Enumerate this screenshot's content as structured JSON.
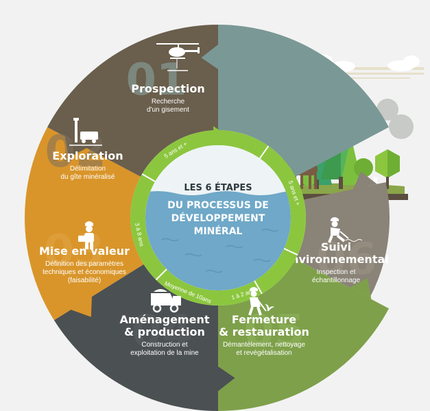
{
  "center": {
    "line1": "LES 6 ÉTAPES",
    "line2": "DU PROCESSUS DE",
    "line3": "DÉVELOPPEMENT",
    "line4": "MINÉRAL"
  },
  "stages": [
    {
      "number": "01",
      "title": "Prospection",
      "subtitle": [
        "Recherche",
        "d'un gisement"
      ],
      "icon": "helicopter-icon",
      "color": "#7a9896"
    },
    {
      "number": "02",
      "title": "Exploration",
      "subtitle": [
        "Délimitation",
        "du gîte minéralisé"
      ],
      "icon": "drill-rig-icon",
      "color": "#6a5e4c"
    },
    {
      "number": "03",
      "title": "Mise en valeur",
      "subtitle": [
        "Définition des paramètres",
        "techniques et économiques",
        "(faisabilité)"
      ],
      "icon": "engineer-icon",
      "color": "#d9952a"
    },
    {
      "number": "04",
      "title": "Aménagement",
      "title2": "& production",
      "subtitle": [
        "Construction et",
        "exploitation de la mine"
      ],
      "icon": "mining-truck-icon",
      "color": "#4b5052"
    },
    {
      "number": "05",
      "title": "Fermeture",
      "title2": "& restauration",
      "subtitle": [
        "Démantèlement, nettoyage",
        "et revégétalisation"
      ],
      "icon": "worker-planting-icon",
      "color": "#7ea04a"
    },
    {
      "number": "06",
      "title": "Suivi",
      "title2": "environnemental",
      "subtitle": [
        "Inspection et",
        "échantillonnage"
      ],
      "icon": "worker-sampling-icon",
      "color": "#8a8377"
    }
  ],
  "durations": [
    "5 ans et +",
    "3 à 8 ans",
    "Moyenne de 10ans",
    "1 à 2 ans",
    "5 ans et +"
  ],
  "colors": {
    "ring_green": "#8cc63f",
    "center_blue": "#6fa8c8",
    "background": "#f2f2f2",
    "sun": "#f5b43a"
  }
}
